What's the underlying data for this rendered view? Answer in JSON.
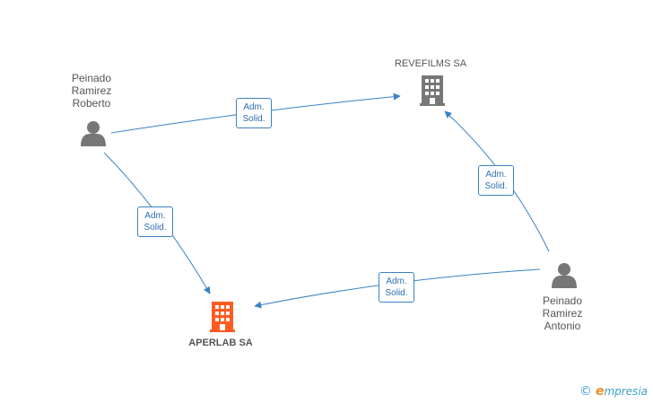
{
  "persons": [
    {
      "id": "roberto",
      "name": "Peinado\nRamirez\nRoberto",
      "icon": "person-icon"
    },
    {
      "id": "antonio",
      "name": "Peinado\nRamirez\nAntonio",
      "icon": "person-icon"
    }
  ],
  "companies": [
    {
      "id": "revefilms",
      "name": "REVEFILMS SA",
      "icon": "building-icon",
      "color": "#777777"
    },
    {
      "id": "aperlab",
      "name": "APERLAB SA",
      "icon": "building-icon",
      "color": "#ff5a1f"
    }
  ],
  "edges": [
    {
      "from": "roberto",
      "to": "revefilms",
      "label_line1": "Adm.",
      "label_line2": "Solid."
    },
    {
      "from": "roberto",
      "to": "aperlab",
      "label_line1": "Adm.",
      "label_line2": "Solid."
    },
    {
      "from": "antonio",
      "to": "revefilms",
      "label_line1": "Adm.",
      "label_line2": "Solid."
    },
    {
      "from": "antonio",
      "to": "aperlab",
      "label_line1": "Adm.",
      "label_line2": "Solid."
    }
  ],
  "colors": {
    "edge": "#3b82c4",
    "person": "#777777"
  },
  "brand": {
    "copyright": "©",
    "initial": "e",
    "rest": "mpresia"
  }
}
